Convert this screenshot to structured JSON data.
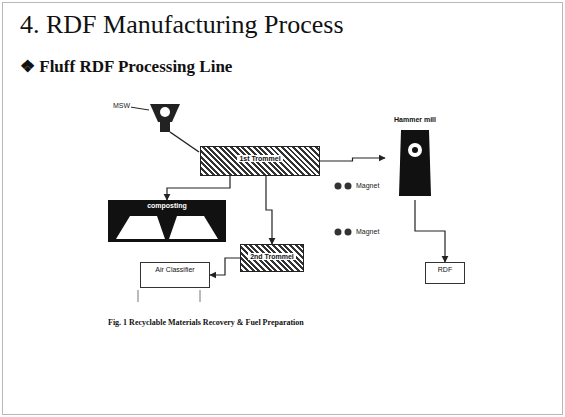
{
  "diagram": {
    "title": "4. RDF Manufacturing Process",
    "caption": "Fig. 1 Recyclable Materials Recovery & Fuel Preparation",
    "nodes": [
      {
        "text": [
          "1st Trommel"
        ]
      },
      {
        "text": [
          "Hammer mill"
        ]
      },
      {
        "text": [
          "composting"
        ]
      },
      {
        "text": [
          "2nd Trommel"
        ]
      },
      {
        "text": [
          "Air Classifier"
        ]
      },
      {
        "text": [
          "RDF"
        ]
      }
    ],
    "edges": [
      {
        "from": 0,
        "to": 1,
        "arrow": "to"
      },
      {
        "from": 0,
        "to": 2,
        "arrow": "to"
      },
      {
        "from": 0,
        "to": 3,
        "arrow": "to"
      },
      {
        "from": 3,
        "to": 4,
        "arrow": "to"
      },
      {
        "from": 1,
        "to": 5,
        "arrow": "to"
      }
    ],
    "labels": [
      "❖ Fluff RDF Processing Line",
      "MSW",
      "Magnet",
      "Magnet"
    ]
  }
}
